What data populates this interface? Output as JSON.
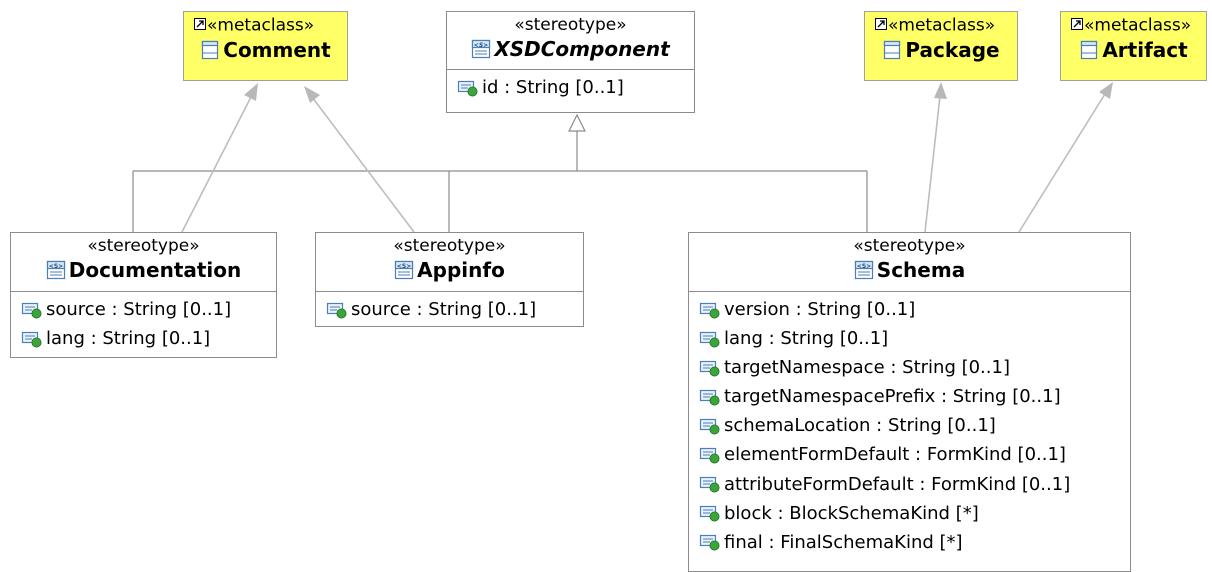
{
  "diagram": {
    "classes": [
      {
        "key": "comment",
        "stereotype": "«metaclass»",
        "name": "Comment",
        "kind": "metaclass",
        "attributes": []
      },
      {
        "key": "xsdcomponent",
        "stereotype": "«stereotype»",
        "name": "XSDComponent",
        "kind": "abstract-stereotype",
        "attributes": [
          "id : String [0..1]"
        ]
      },
      {
        "key": "package",
        "stereotype": "«metaclass»",
        "name": "Package",
        "kind": "metaclass",
        "attributes": []
      },
      {
        "key": "artifact",
        "stereotype": "«metaclass»",
        "name": "Artifact",
        "kind": "metaclass",
        "attributes": []
      },
      {
        "key": "documentation",
        "stereotype": "«stereotype»",
        "name": "Documentation",
        "kind": "stereotype",
        "attributes": [
          "source : String [0..1]",
          "lang : String [0..1]"
        ]
      },
      {
        "key": "appinfo",
        "stereotype": "«stereotype»",
        "name": "Appinfo",
        "kind": "stereotype",
        "attributes": [
          "source : String [0..1]"
        ]
      },
      {
        "key": "schema",
        "stereotype": "«stereotype»",
        "name": "Schema",
        "kind": "stereotype",
        "attributes": [
          "version : String [0..1]",
          "lang : String [0..1]",
          "targetNamespace : String [0..1]",
          "targetNamespacePrefix : String [0..1]",
          "schemaLocation : String [0..1]",
          "elementFormDefault : FormKind [0..1]",
          "attributeFormDefault : FormKind [0..1]",
          "block : BlockSchemaKind [*]",
          "final : FinalSchemaKind [*]"
        ]
      }
    ],
    "relationships": [
      {
        "type": "generalization",
        "from": "documentation",
        "to": "xsdcomponent"
      },
      {
        "type": "generalization",
        "from": "appinfo",
        "to": "xsdcomponent"
      },
      {
        "type": "generalization",
        "from": "schema",
        "to": "xsdcomponent"
      },
      {
        "type": "extension",
        "from": "documentation",
        "to": "comment"
      },
      {
        "type": "extension",
        "from": "appinfo",
        "to": "comment"
      },
      {
        "type": "extension",
        "from": "schema",
        "to": "package"
      },
      {
        "type": "extension",
        "from": "schema",
        "to": "artifact"
      }
    ],
    "colors": {
      "metaclass_fill": "#ffff66",
      "stereotype_fill": "#ffffff",
      "border": "#8c8c8c",
      "extension_line": "#bdbdbd",
      "generalization_line": "#8c8c8c",
      "attr_icon_dot": "#3aa53a",
      "class_icon": "#4a7fb8"
    },
    "icons": {
      "class": "stereotype-class-icon",
      "metaclass": "metaclass-icon",
      "attribute": "attribute-icon",
      "shortcut": "shortcut-arrow-icon"
    }
  }
}
